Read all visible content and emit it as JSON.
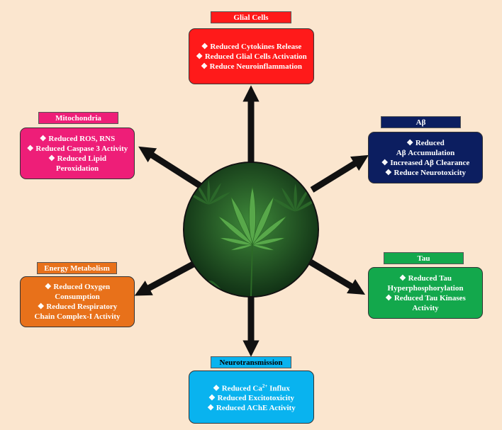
{
  "colors": {
    "background": "#fbe6cf",
    "glial": "#ff1a1a",
    "mito": "#ee1e78",
    "abeta": "#0c1e60",
    "energy": "#e8711a",
    "tau": "#13a84c",
    "neuro": "#09b3ef",
    "arrow": "#111111"
  },
  "icons": [
    "cannabis-leaf-image",
    "arrow-icon",
    "diamond-bullet-icon"
  ],
  "glial": {
    "title": "Glial Cells",
    "items": [
      "❖ Reduced Cytokines Release",
      "❖ Reduced Glial Cells Activation",
      "❖ Reduce Neuroinflammation"
    ]
  },
  "mito": {
    "title": "Mitochondria",
    "items": [
      "❖ Reduced ROS, RNS",
      "❖ Reduced Caspase 3 Activity",
      "❖ Reduced  Lipid",
      "Peroxidation"
    ]
  },
  "abeta": {
    "title": "Aβ",
    "items": [
      "❖ Reduced",
      "Aβ Accumulation",
      "❖ Increased Aβ  Clearance",
      "❖ Reduce Neurotoxicity"
    ]
  },
  "energy": {
    "title": "Energy Metabolism",
    "items": [
      "❖ Reduced Oxygen",
      "Consumption",
      "❖ Reduced Respiratory",
      "Chain Complex-I Activity"
    ]
  },
  "tau": {
    "title": "Tau",
    "items": [
      "❖ Reduced Tau",
      "Hyperphosphorylation",
      "❖ Reduced Tau Kinases",
      "Activity"
    ]
  },
  "neuro": {
    "title": "Neurotransmission",
    "items": [
      "❖ Reduced Ca",
      "❖ Reduced Excitotoxicity",
      "❖ Reduced AChE Activity"
    ],
    "sup": "2+",
    "sup_suffix": " Influx"
  }
}
